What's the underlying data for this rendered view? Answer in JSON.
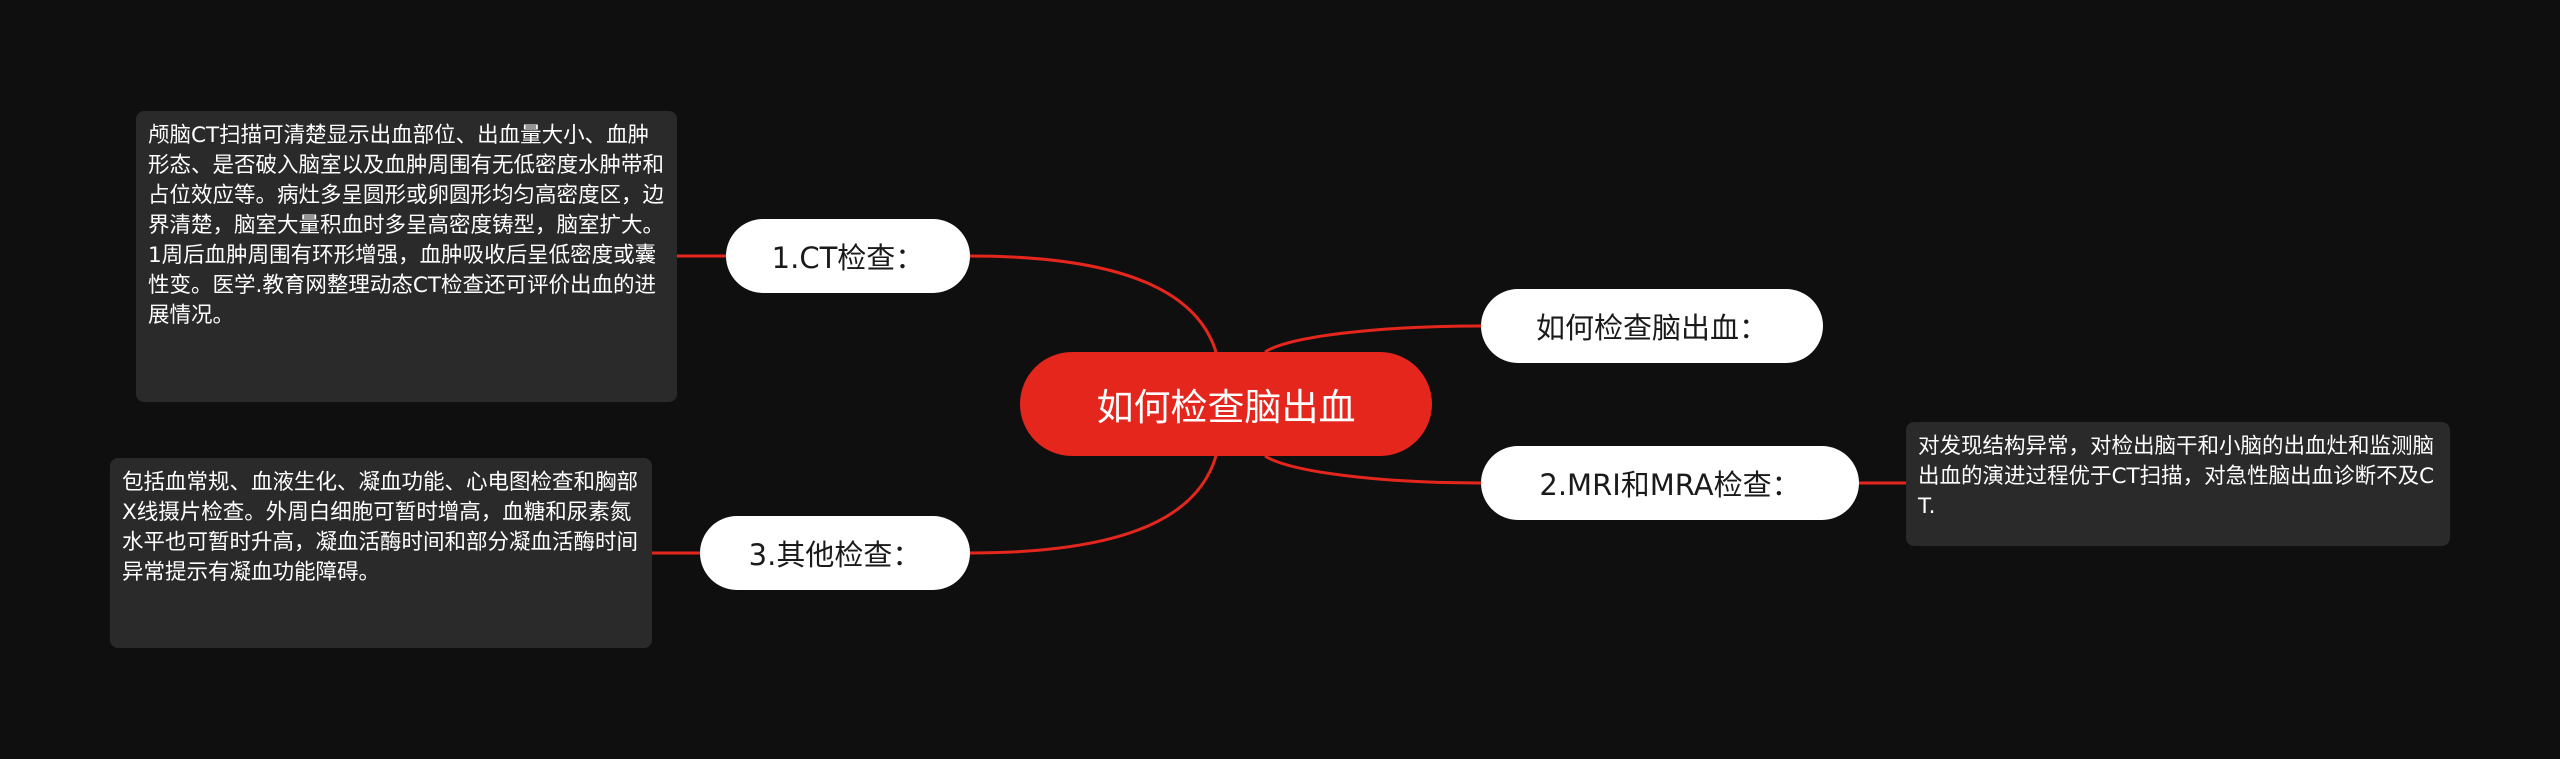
{
  "colors": {
    "background": "#0f0f0f",
    "center": "#e5261d",
    "link": "#e5261d",
    "branch_bg": "#ffffff",
    "leaf_bg": "#2a2a2a"
  },
  "center": {
    "label": "如何检查脑出血"
  },
  "branches": [
    {
      "label": "1.CT检查：",
      "detail": "颅脑CT扫描可清楚显示出血部位、出血量大小、血肿形态、是否破入脑室以及血肿周围有无低密度水肿带和占位效应等。病灶多呈圆形或卵圆形均匀高密度区，边界清楚，脑室大量积血时多呈高密度铸型，脑室扩大。1周后血肿周围有环形增强，血肿吸收后呈低密度或囊性变。医学.教育网整理动态CT检查还可评价出血的进展情况。"
    },
    {
      "label": "3.其他检查：",
      "detail": "包括血常规、血液生化、凝血功能、心电图检查和胸部X线摄片检查。外周白细胞可暂时增高，血糖和尿素氮水平也可暂时升高，凝血活酶时间和部分凝血活酶时间异常提示有凝血功能障碍。"
    },
    {
      "label": "如何检查脑出血："
    },
    {
      "label": "2.MRI和MRA检查：",
      "detail": "对发现结构异常，对检出脑干和小脑的出血灶和监测脑出血的演进过程优于CT扫描，对急性脑出血诊断不及CT."
    }
  ]
}
